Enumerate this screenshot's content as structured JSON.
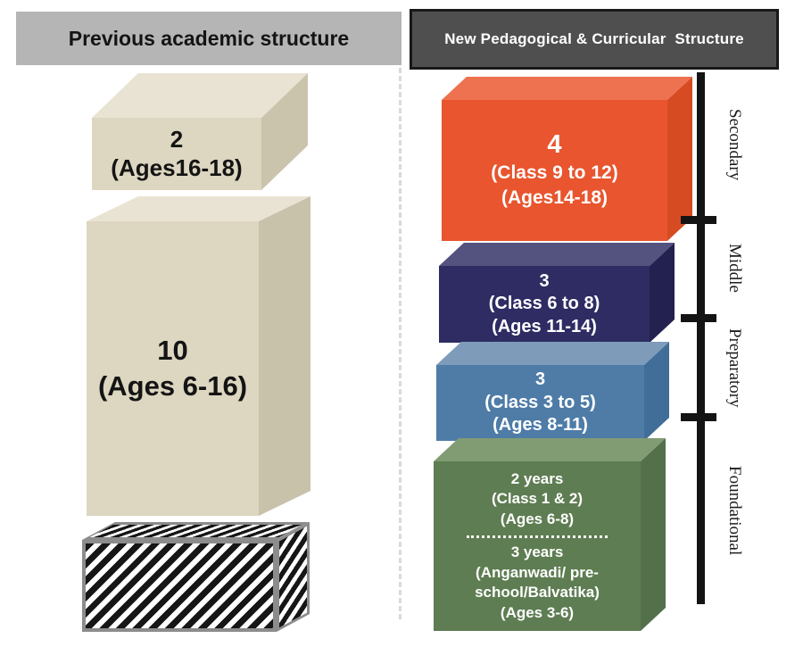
{
  "left_panel": {
    "header": "Previous academic structure",
    "upper_block": {
      "years": "2",
      "ages": "(Ages16-18)"
    },
    "main_block": {
      "years": "10",
      "ages": "(Ages 6-16)"
    }
  },
  "right_panel": {
    "header": "New Pedagogical & Curricular  Structure",
    "secondary": {
      "years": "4",
      "classes": "(Class 9 to 12)",
      "ages": "(Ages14-18)"
    },
    "middle": {
      "years": "3",
      "classes": "(Class 6 to 8)",
      "ages": "(Ages 11-14)"
    },
    "preparatory": {
      "years": "3",
      "classes": "(Class 3 to 5)",
      "ages": "(Ages 8-11)"
    },
    "foundational": {
      "upper": {
        "years": "2 years",
        "classes": "(Class 1 & 2)",
        "ages": "(Ages 6-8)"
      },
      "lower": {
        "years": "3 years",
        "classes": "(Anganwadi/ pre-school/Balvatika)",
        "ages": "(Ages 3-6)"
      }
    },
    "bracket_labels": {
      "secondary": "Secondary",
      "middle": "Middle",
      "preparatory": "Preparatory",
      "foundational": "Foundational"
    }
  },
  "colors": {
    "left_header_bg": "#b5b5b5",
    "right_header_bg": "#4f4f4f",
    "beige_front": "#ddd6c0",
    "orange_front": "#e8552e",
    "navy_front": "#2e2c63",
    "blue_front": "#4e7ca7",
    "green_front": "#5e7d52",
    "bracket": "#141414",
    "divider": "#d9d9d9"
  }
}
